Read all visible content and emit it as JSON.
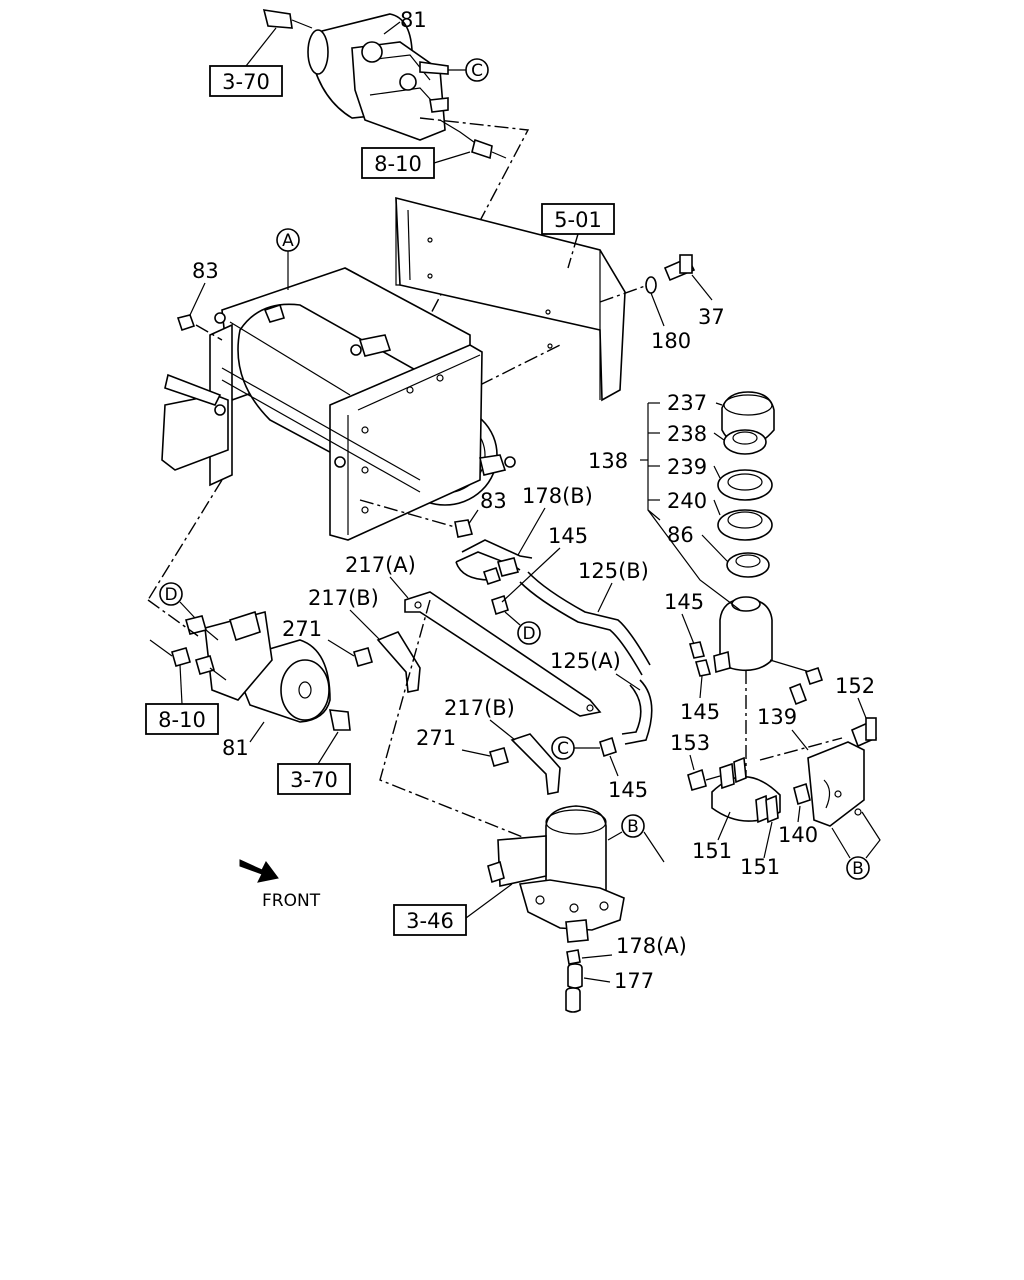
{
  "diagram": {
    "references": [
      "3-70",
      "8-10",
      "5-01",
      "8-10",
      "3-70",
      "3-46"
    ],
    "part_numbers": {
      "p81_top": "81",
      "p83_left": "83",
      "p83_mid": "83",
      "p37": "37",
      "p180": "180",
      "p237": "237",
      "p238": "238",
      "p239": "239",
      "p240": "240",
      "p86": "86",
      "p138": "138",
      "p178b": "178(B)",
      "p145_a": "145",
      "p217a": "217(A)",
      "p217b_1": "217(B)",
      "p271_1": "271",
      "p125b": "125(B)",
      "p145_b": "145",
      "p125a": "125(A)",
      "p145_c": "145",
      "p152": "152",
      "p139": "139",
      "p217b_2": "217(B)",
      "p271_2": "271",
      "p153": "153",
      "p145_d": "145",
      "p81_bottom": "81",
      "p151_1": "151",
      "p140": "140",
      "p151_2": "151",
      "p178a": "178(A)",
      "p177": "177"
    },
    "callouts": {
      "A": "A",
      "B_1": "B",
      "B_2": "B",
      "C_1": "C",
      "C_2": "C",
      "D_1": "D",
      "D_2": "D"
    },
    "front_label": "FRONT"
  }
}
